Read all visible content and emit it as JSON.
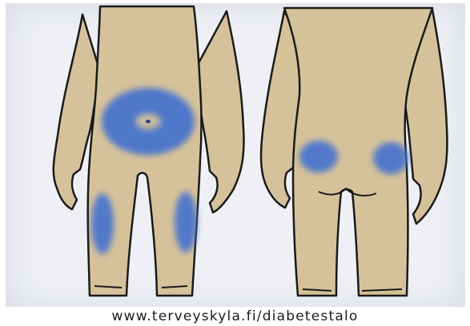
{
  "colors": {
    "background": "#eef0f5",
    "skin": "#d6c29a",
    "skin_shade": "#c9b185",
    "outline": "#1a1a1a",
    "injection_area": "#3f6fd0"
  },
  "figures": {
    "front": {
      "view": "front",
      "injection_areas": [
        "abdomen",
        "left-thigh",
        "right-thigh"
      ]
    },
    "back": {
      "view": "back",
      "injection_areas": [
        "left-buttock",
        "right-buttock"
      ]
    }
  },
  "caption": "www.terveyskyla.fi/diabetestalo"
}
